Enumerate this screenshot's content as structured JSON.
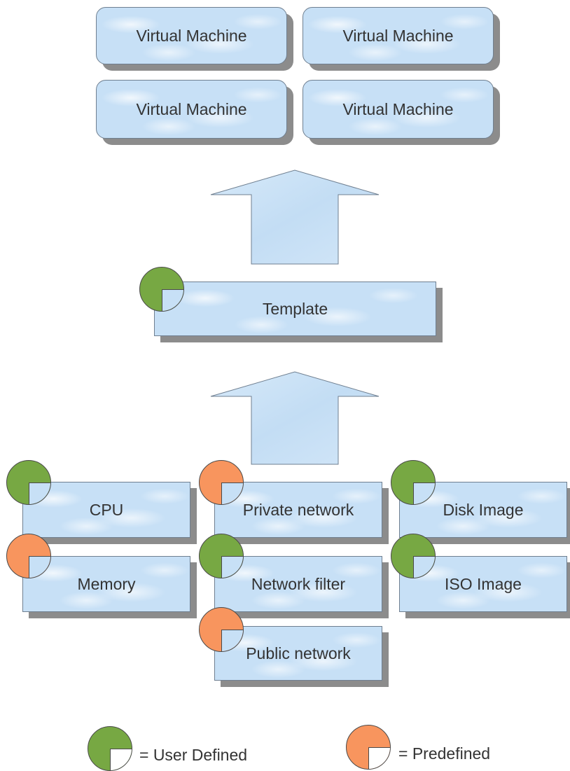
{
  "virtual_machines": [
    {
      "label": "Virtual Machine"
    },
    {
      "label": "Virtual Machine"
    },
    {
      "label": "Virtual Machine"
    },
    {
      "label": "Virtual Machine"
    }
  ],
  "template": {
    "label": "Template",
    "kind": "user-defined"
  },
  "resources": {
    "cpu": {
      "label": "CPU",
      "kind": "user-defined"
    },
    "memory": {
      "label": "Memory",
      "kind": "predefined"
    },
    "private_network": {
      "label": "Private network",
      "kind": "predefined"
    },
    "network_filter": {
      "label": "Network filter",
      "kind": "user-defined"
    },
    "public_network": {
      "label": "Public network",
      "kind": "predefined"
    },
    "disk_image": {
      "label": "Disk Image",
      "kind": "user-defined"
    },
    "iso_image": {
      "label": "ISO Image",
      "kind": "user-defined"
    }
  },
  "legend": {
    "user_defined": "= User Defined",
    "predefined": "= Predefined"
  },
  "colors": {
    "user_defined": "#77a843",
    "predefined": "#f8955e",
    "box_fill": "#c7e0f6",
    "shadow": "#8c8c8c"
  }
}
